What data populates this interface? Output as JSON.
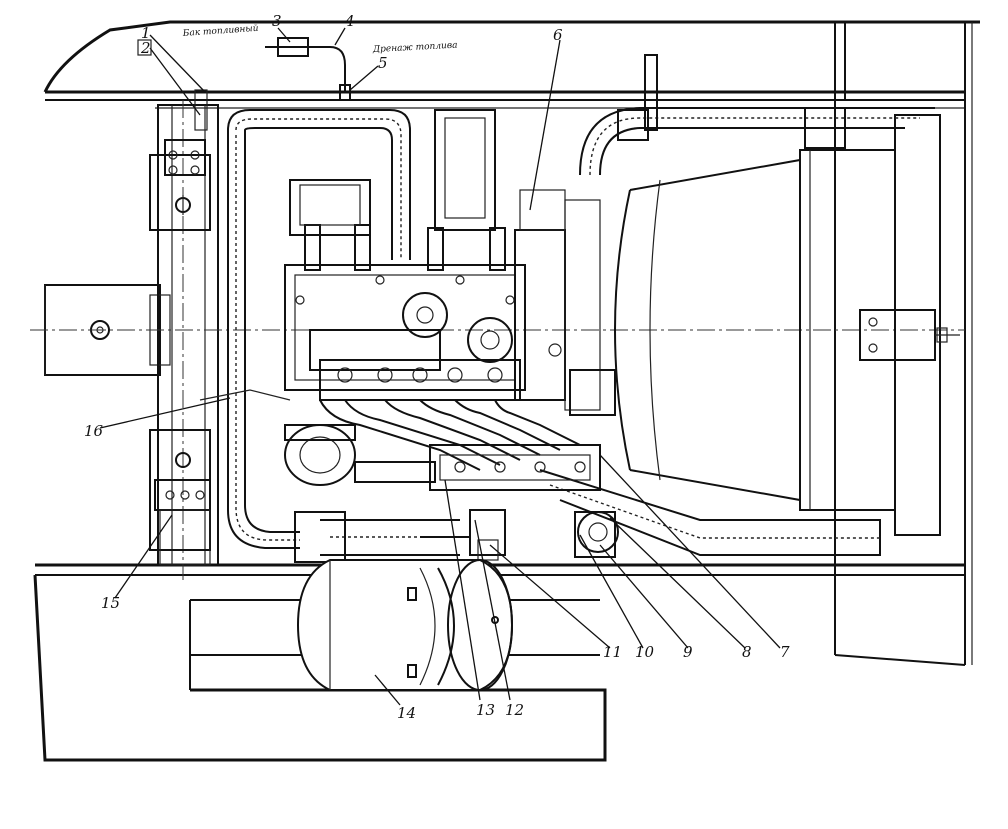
{
  "labels": {
    "tank_note": "Бак топливный",
    "drain_note": "Дренаж топлива"
  },
  "callouts": [
    "1",
    "2",
    "3",
    "4",
    "5",
    "6",
    "7",
    "8",
    "9",
    "10",
    "11",
    "12",
    "13",
    "14",
    "15",
    "16"
  ]
}
